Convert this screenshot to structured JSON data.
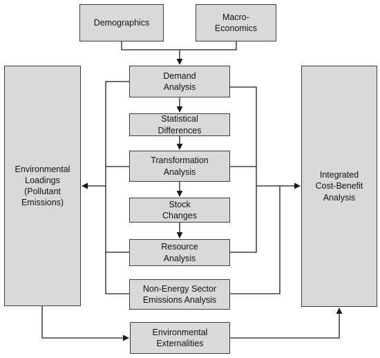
{
  "diagram": {
    "boxes": {
      "demographics": "Demographics",
      "macro_economics": "Macro-\nEconomics",
      "demand_analysis": "Demand\nAnalysis",
      "statistical_differences": "Statistical\nDifferences",
      "transformation_analysis": "Transformation\nAnalysis",
      "stock_changes": "Stock\nChanges",
      "resource_analysis": "Resource\nAnalysis",
      "non_energy_sector": "Non-Energy Sector\nEmissions Analysis",
      "environmental_loadings": "Environmental\nLoadings\n(Pollutant\nEmissions)",
      "integrated_cba": "Integrated\nCost-Benefit\nAnalysis",
      "environmental_externalities": "Environmental\nExternalities"
    },
    "colors": {
      "box_fill": "#d9d9d9",
      "line": "#1a1a1a"
    }
  }
}
